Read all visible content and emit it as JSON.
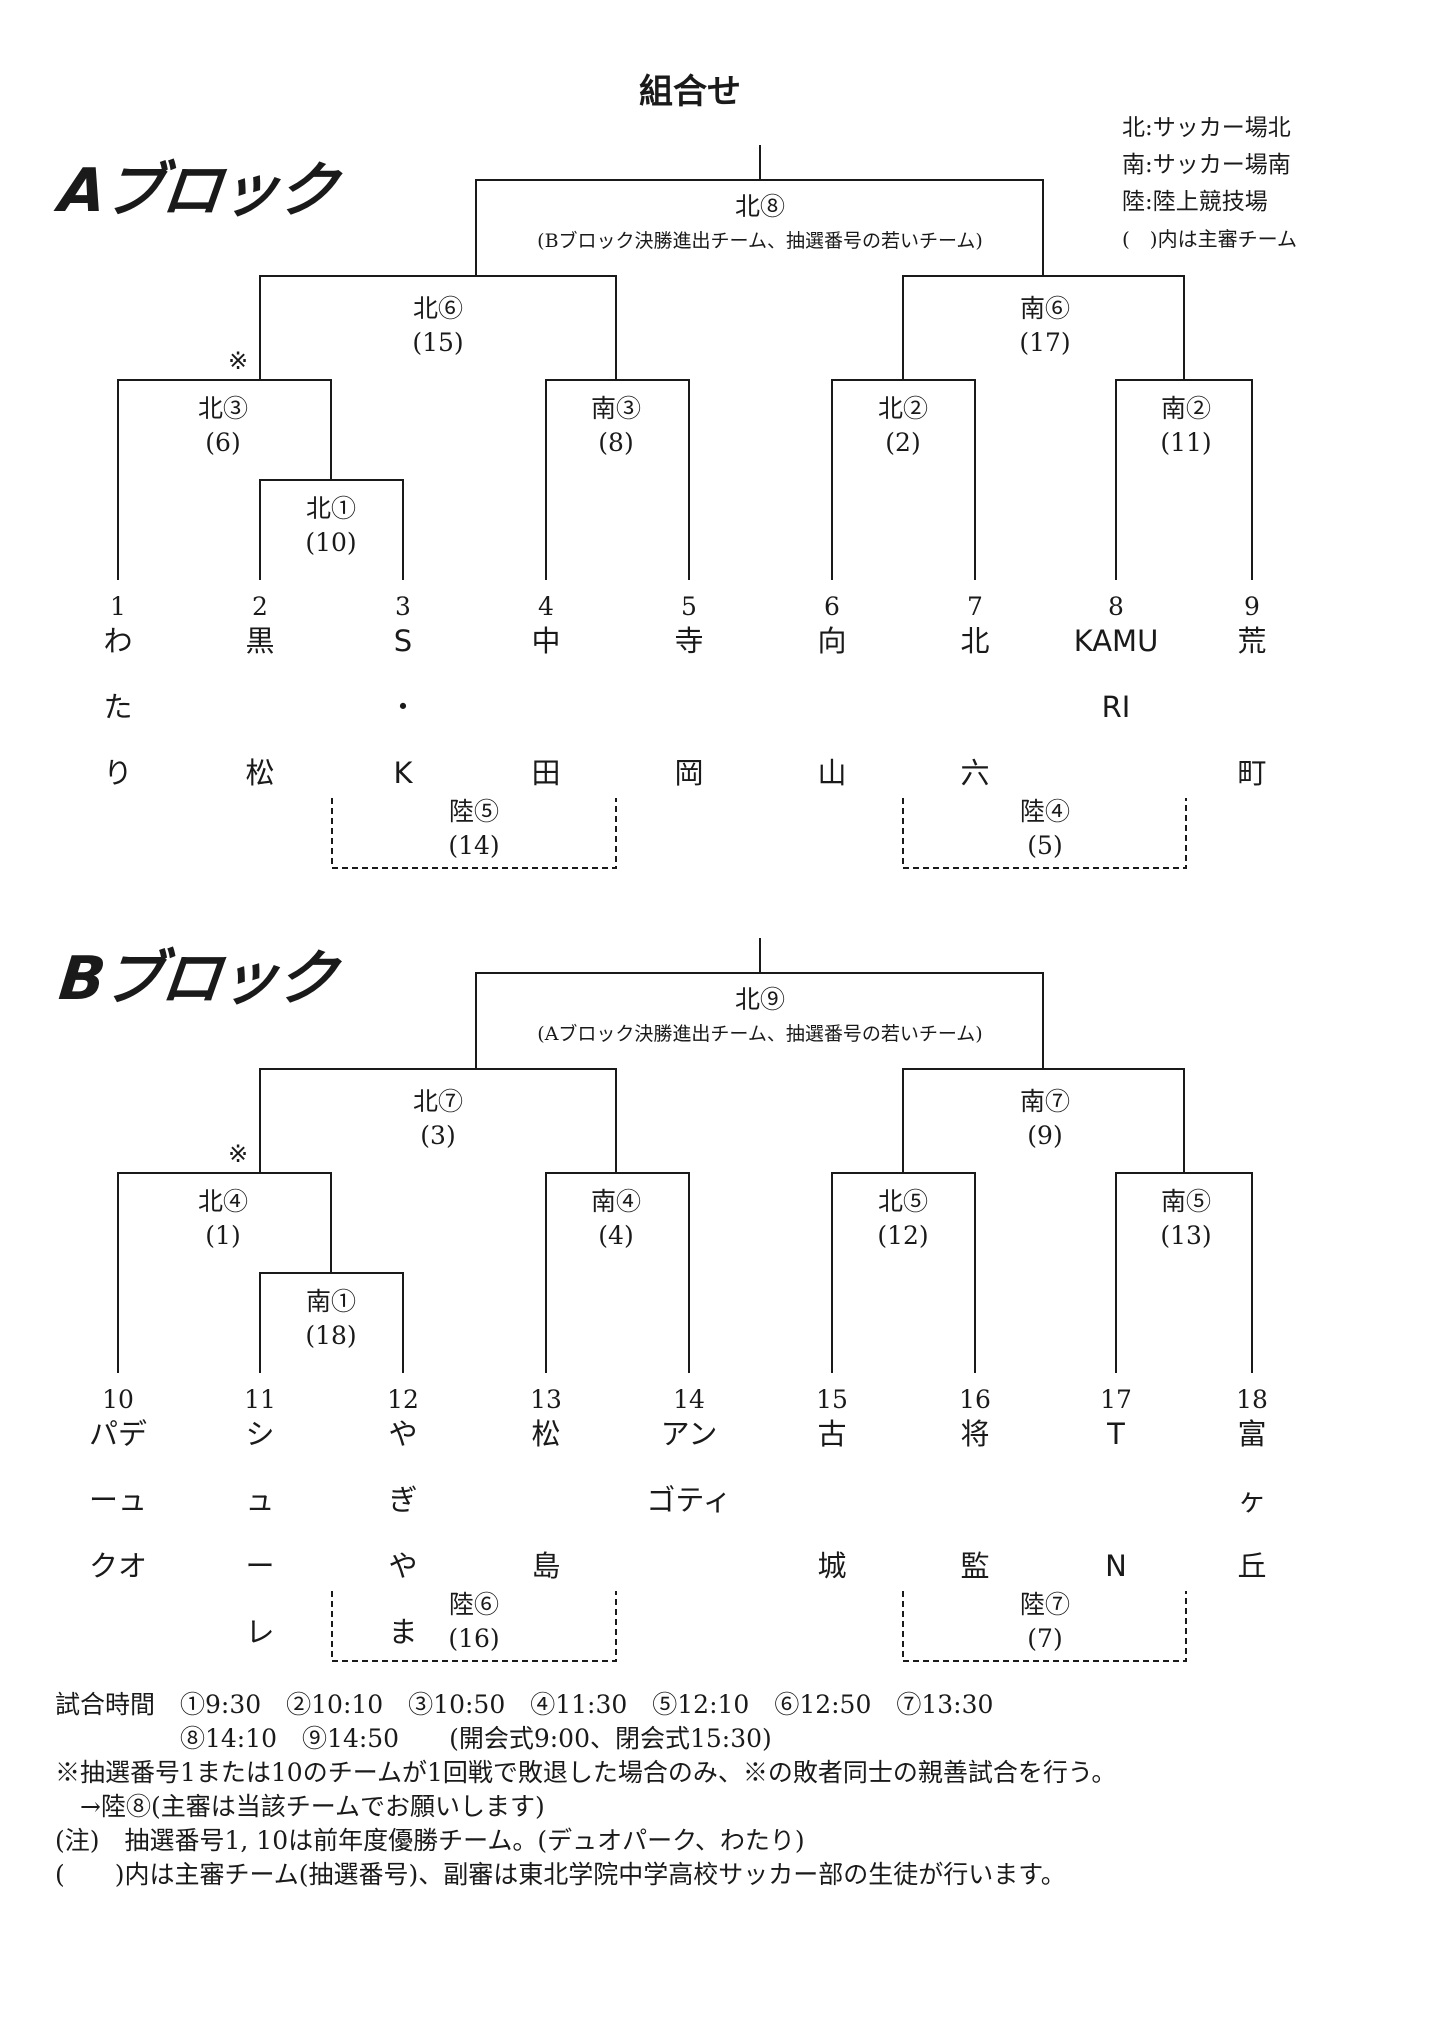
{
  "title": "組合せ",
  "legend": [
    "北:サッカー場北",
    "南:サッカー場南",
    "陸:陸上競技場",
    "(　)内は主審チーム"
  ],
  "blocks": {
    "a": {
      "label": "Aブロック",
      "final": {
        "label": "北⑧",
        "sub": "(Bブロック決勝進出チーム、抽選番号の若いチーム)"
      },
      "semi_left": {
        "label": "北⑥",
        "ref": "(15)"
      },
      "semi_right": {
        "label": "南⑥",
        "ref": "(17)"
      },
      "q1": {
        "label": "北③",
        "ref": "(6)"
      },
      "q2": {
        "label": "南③",
        "ref": "(8)"
      },
      "q3": {
        "label": "北②",
        "ref": "(2)"
      },
      "q4": {
        "label": "南②",
        "ref": "(11)"
      },
      "r1": {
        "label": "北①",
        "ref": "(10)"
      },
      "friendly_left": {
        "label": "陸⑤",
        "ref": "(14)"
      },
      "friendly_right": {
        "label": "陸④",
        "ref": "(5)"
      },
      "mark": "※",
      "teams": [
        {
          "num": "1",
          "name": [
            "わ",
            "た",
            "り"
          ]
        },
        {
          "num": "2",
          "name": [
            "黒",
            "",
            "松"
          ]
        },
        {
          "num": "3",
          "name": [
            "S",
            "・",
            "K"
          ]
        },
        {
          "num": "4",
          "name": [
            "中",
            "",
            "田"
          ]
        },
        {
          "num": "5",
          "name": [
            "寺",
            "",
            "岡"
          ]
        },
        {
          "num": "6",
          "name": [
            "向",
            "",
            "山"
          ]
        },
        {
          "num": "7",
          "name": [
            "北",
            "",
            "六"
          ]
        },
        {
          "num": "8",
          "name": [
            "KAMU",
            "RI"
          ]
        },
        {
          "num": "9",
          "name": [
            "荒",
            "",
            "町"
          ]
        }
      ]
    },
    "b": {
      "label": "Bブロック",
      "final": {
        "label": "北⑨",
        "sub": "(Aブロック決勝進出チーム、抽選番号の若いチーム)"
      },
      "semi_left": {
        "label": "北⑦",
        "ref": "(3)"
      },
      "semi_right": {
        "label": "南⑦",
        "ref": "(9)"
      },
      "q1": {
        "label": "北④",
        "ref": "(1)"
      },
      "q2": {
        "label": "南④",
        "ref": "(4)"
      },
      "q3": {
        "label": "北⑤",
        "ref": "(12)"
      },
      "q4": {
        "label": "南⑤",
        "ref": "(13)"
      },
      "r1": {
        "label": "南①",
        "ref": "(18)"
      },
      "friendly_left": {
        "label": "陸⑥",
        "ref": "(16)"
      },
      "friendly_right": {
        "label": "陸⑦",
        "ref": "(7)"
      },
      "mark": "※",
      "teams": [
        {
          "num": "10",
          "name": [
            "パデ",
            "ーュ",
            "クオ"
          ]
        },
        {
          "num": "11",
          "name": [
            "シ",
            "ュ",
            "ー",
            "レ"
          ]
        },
        {
          "num": "12",
          "name": [
            "や",
            "ぎ",
            "や",
            "ま"
          ]
        },
        {
          "num": "13",
          "name": [
            "松",
            "",
            "島"
          ]
        },
        {
          "num": "14",
          "name": [
            "アン",
            "ゴティ"
          ]
        },
        {
          "num": "15",
          "name": [
            "古",
            "",
            "城"
          ]
        },
        {
          "num": "16",
          "name": [
            "将",
            "",
            "監"
          ]
        },
        {
          "num": "17",
          "name": [
            "T",
            "",
            "N"
          ]
        },
        {
          "num": "18",
          "name": [
            "富",
            "ヶ",
            "丘"
          ]
        }
      ]
    }
  },
  "notes": [
    "試合時間　①9:30　②10:10　③10:50　④11:30　⑤12:10　⑥12:50　⑦13:30",
    "　　　　　⑧14:10　⑨14:50　　(開会式9:00、閉会式15:30)",
    "※抽選番号1または10のチームが1回戦で敗退した場合のみ、※の敗者同士の親善試合を行う。",
    "　→陸⑧(主審は当該チームでお願いします)",
    "(注)　抽選番号1, 10は前年度優勝チーム。(デュオパーク、わたり)",
    "(　　)内は主審チーム(抽選番号)、副審は東北学院中学高校サッカー部の生徒が行います。"
  ]
}
